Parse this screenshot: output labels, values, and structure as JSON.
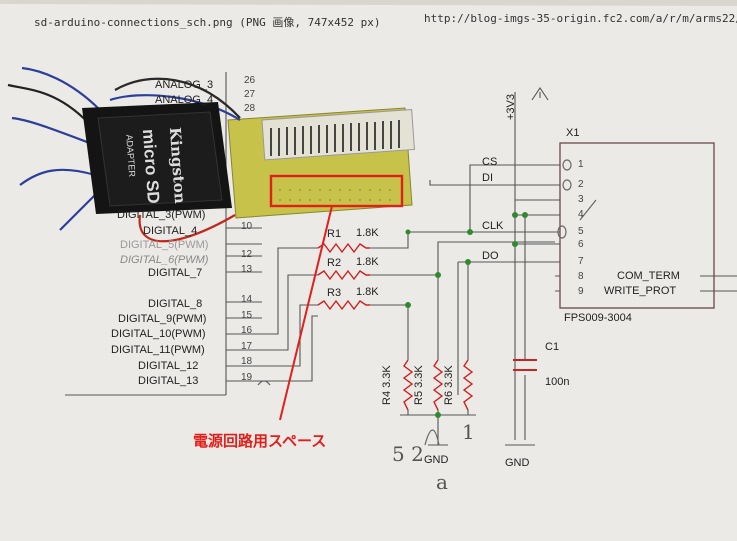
{
  "header": {
    "left_caption": "sd-arduino-connections_sch.png (PNG 画像, 747x452 px)",
    "url": "http://blog-imgs-35-origin.fc2.com/a/r/m/arms22/s"
  },
  "sd_adapter": {
    "brand": "Kingston",
    "text1": "micro SD",
    "text2": "ADAPTER"
  },
  "arduino_pins": [
    {
      "label": "ANALOG_3",
      "num": "26"
    },
    {
      "label": "ANALOG_4",
      "num": "27"
    },
    {
      "label": "",
      "num": "28"
    },
    {
      "label": "DIGITAL_3(PWM)",
      "num": ""
    },
    {
      "label": "DIGITAL_4",
      "num": "10"
    },
    {
      "label": "DIGITAL_5(PWM)",
      "num": ""
    },
    {
      "label": "DIGITAL_6(PWM)",
      "num": "12"
    },
    {
      "label": "DIGITAL_7",
      "num": "13"
    },
    {
      "label": "DIGITAL_8",
      "num": "14"
    },
    {
      "label": "DIGITAL_9(PWM)",
      "num": "15"
    },
    {
      "label": "DIGITAL_10(PWM)",
      "num": "16"
    },
    {
      "label": "DIGITAL_11(PWM)",
      "num": "17"
    },
    {
      "label": "DIGITAL_12",
      "num": "18"
    },
    {
      "label": "DIGITAL_13",
      "num": "19"
    }
  ],
  "resistors_series": [
    {
      "name": "R1",
      "value": "1.8K"
    },
    {
      "name": "R2",
      "value": "1.8K"
    },
    {
      "name": "R3",
      "value": "1.8K"
    }
  ],
  "resistors_pulldown": [
    {
      "name": "R4",
      "value": "3.3K"
    },
    {
      "name": "R5",
      "value": "3.3K"
    },
    {
      "name": "R6",
      "value": "3.3K"
    }
  ],
  "capacitor": {
    "name": "C1",
    "value": "100n"
  },
  "power_label": "+3V3",
  "gnd_label": "GND",
  "connector": {
    "ref": "X1",
    "part": "FPS009-3004",
    "pins": [
      "1",
      "2",
      "3",
      "4",
      "5",
      "6",
      "7",
      "8",
      "9"
    ],
    "signals": [
      "CS",
      "DI",
      "CLK",
      "DO"
    ],
    "right_labels": [
      "COM_TERM",
      "WRITE_PROT"
    ]
  },
  "annotation": "電源回路用スペース",
  "colors": {
    "annotation_red": "#e0201c",
    "board_yellow": "#c9c64a"
  }
}
